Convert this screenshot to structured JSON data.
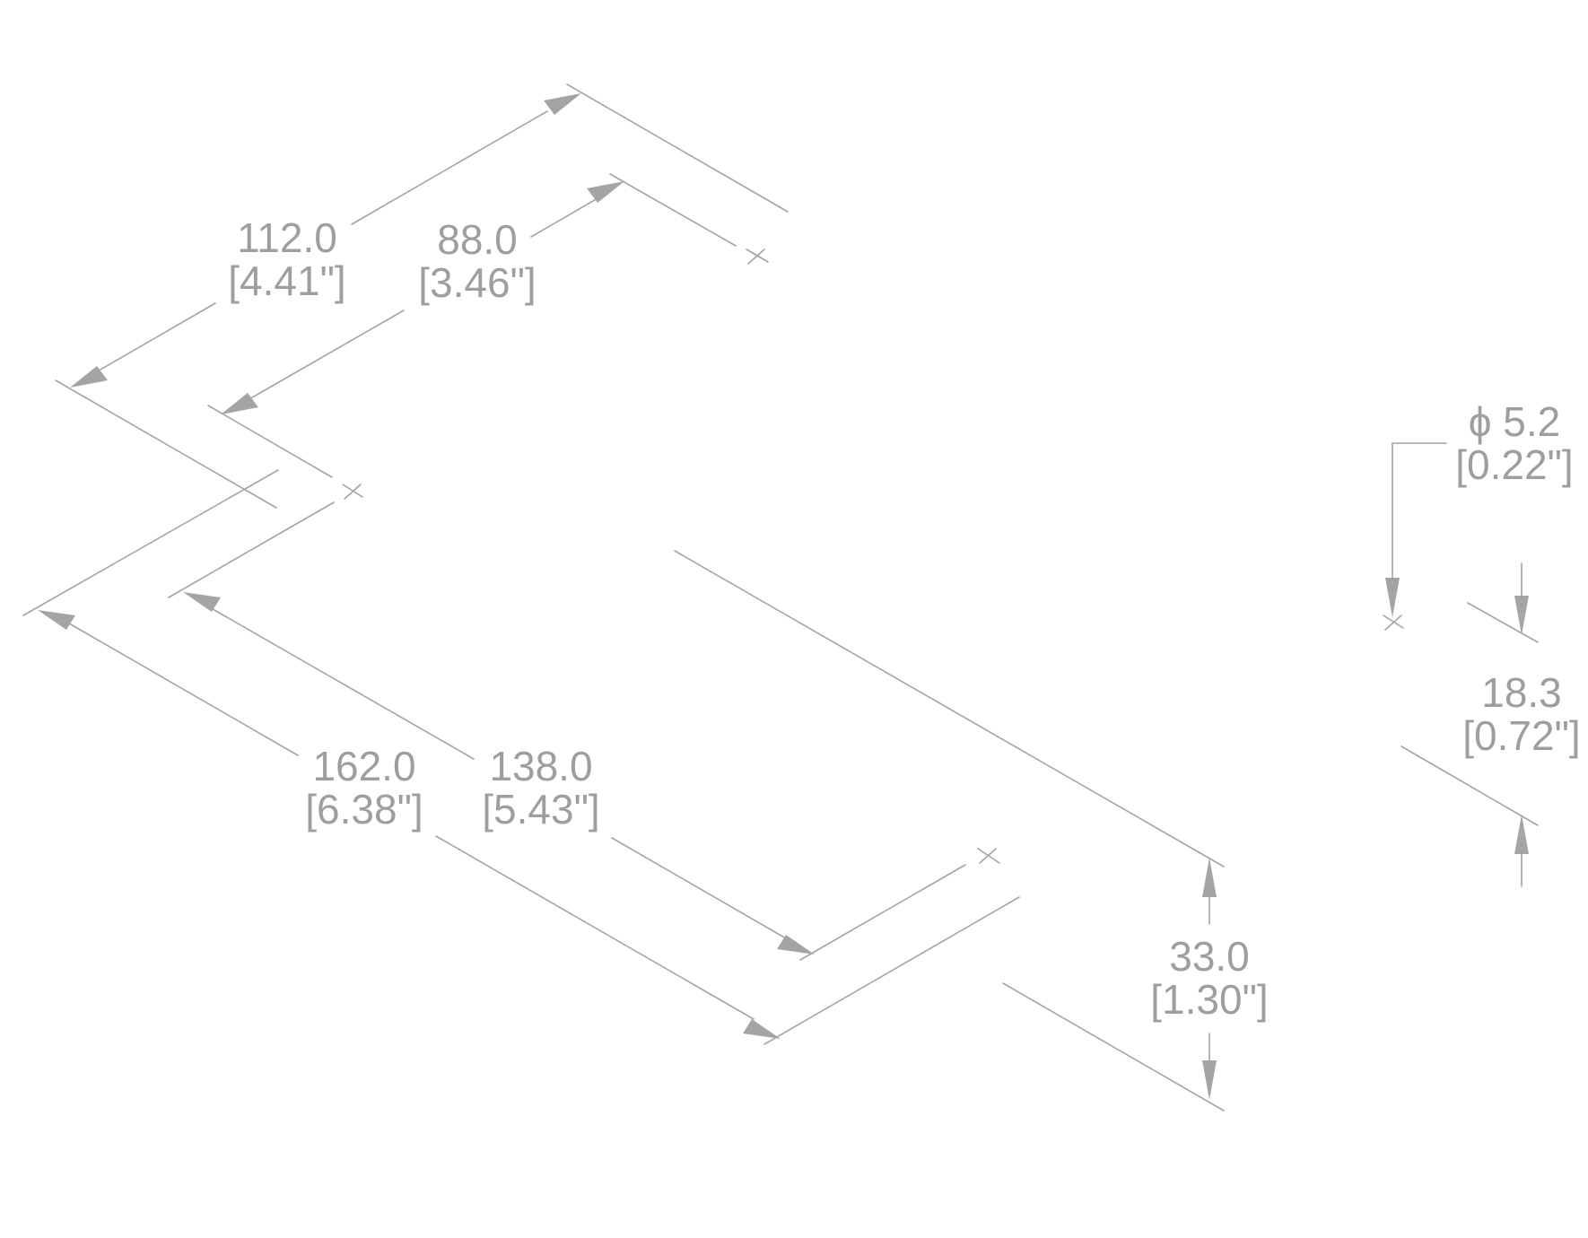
{
  "colors": {
    "line": "#a4a4a4",
    "text": "#9e9e9e",
    "background": "#ffffff"
  },
  "dimensions": {
    "width_outer": {
      "mm": "112.0",
      "inch": "[4.41\"]"
    },
    "width_inner": {
      "mm": "88.0",
      "inch": "[3.46\"]"
    },
    "length_outer": {
      "mm": "162.0",
      "inch": "[6.38\"]"
    },
    "length_inner": {
      "mm": "138.0",
      "inch": "[5.43\"]"
    },
    "height": {
      "mm": "33.0",
      "inch": "[1.30\"]"
    },
    "hole_diameter": {
      "mm": "ϕ 5.2",
      "inch": "[0.22\"]"
    },
    "hole_offset": {
      "mm": "18.3",
      "inch": "[0.72\"]"
    }
  }
}
